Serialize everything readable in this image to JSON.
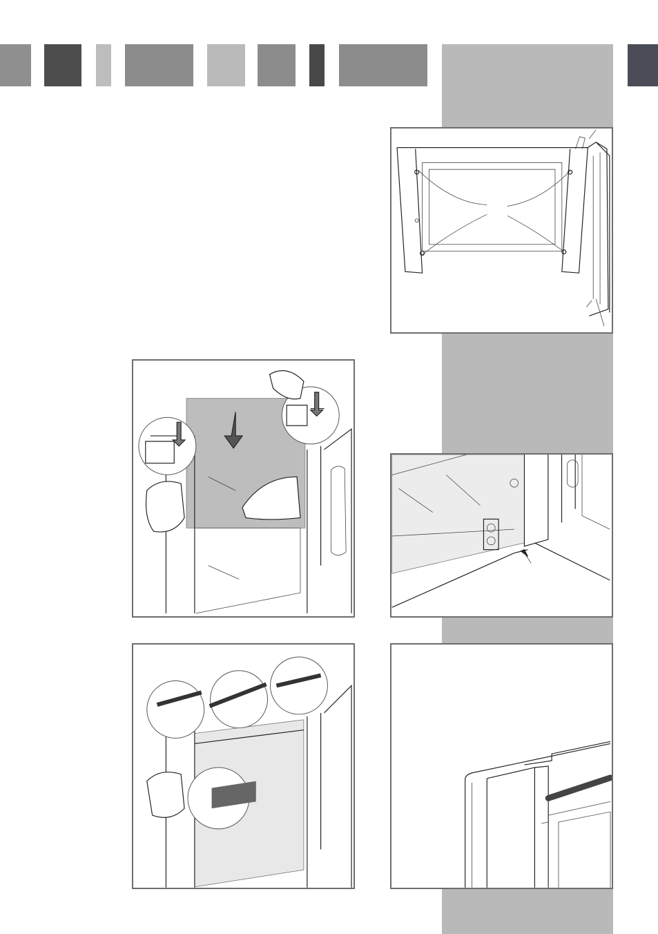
{
  "page": {
    "header_tab_colors": [
      "#8f8f8f",
      "#4d4d4d",
      "#bdbdbd",
      "#8c8c8c",
      "#bababa",
      "#8c8c8c",
      "#484848",
      "#8c8c8c"
    ],
    "section_tab_color": "#b9b9b9",
    "corner_tab_color": "#4a4d57"
  },
  "figures": [
    {
      "id": "fig-door-hinges-top",
      "icon": "oven-door-interior-illustration"
    },
    {
      "id": "fig-insert-inner-glass",
      "icon": "hands-inserting-glass-illustration"
    },
    {
      "id": "fig-glass-seat-detail",
      "icon": "glass-seat-closeup-illustration"
    },
    {
      "id": "fig-fit-top-seal",
      "icon": "hands-fitting-seal-illustration"
    },
    {
      "id": "fig-seal-end-detail",
      "icon": "seal-end-closeup-illustration"
    }
  ]
}
